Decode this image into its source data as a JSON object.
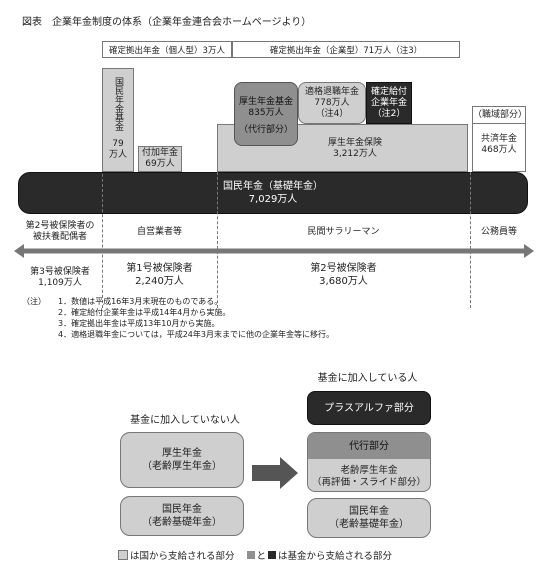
{
  "figure_title": "図表　企業年金制度の体系（企業年金連合会ホームページより）",
  "dc": {
    "individual": "確定拠出年金（個人型）3万人",
    "corporate": "確定拠出年金（企業型）71万人（注3）"
  },
  "top": {
    "kokumin_kikin": "国民年金基金",
    "kokumin_kikin_count": "79\n万人",
    "fuka": "付加年金\n69万人",
    "kousei_kikin": "厚生年金基金\n835万人",
    "daikou": "（代行部分）",
    "tekikaku": "適格退職年金\n778万人\n（注4）",
    "db": "確定給付\n企業年金\n（注2）",
    "kousei_hoken": "厚生年金保険\n3,212万人",
    "shokuiki": "（職域部分）",
    "kyosai": "共済年金\n468万人"
  },
  "basic": {
    "label": "国民年金（基礎年金）\n7,029万人"
  },
  "groups": {
    "g3": "第2号被保険者の\n被扶養配偶者",
    "g1": "自営業者等",
    "g2": "民間サラリーマン",
    "gk": "公務員等",
    "n3": "第3号被保険者\n1,109万人",
    "n1": "第1号被保険者\n2,240万人",
    "n2": "第2号被保険者\n3,680万人"
  },
  "notes": {
    "label": "（注）",
    "items": [
      "1．数値は平成16年3月末現在のものである。",
      "2．確定給付企業年金は平成14年4月から実施。",
      "3．確定拠出年金は平成13年10月から実施。",
      "4．適格退職年金については，平成24年3月末までに他の企業年金等に移行。"
    ]
  },
  "bottom": {
    "not_joined": "基金に加入していない人",
    "joined": "基金に加入している人",
    "left_kousei": "厚生年金\n（老齢厚生年金）",
    "left_kokumin": "国民年金\n（老齢基礎年金）",
    "plus_alpha": "プラスアルファ部分",
    "daikou": "代行部分",
    "right_kousei": "老齢厚生年金\n（再評価・スライド部分）",
    "right_kokumin": "国民年金\n（老齢基礎年金）",
    "legend_state": "は国から支給される部分",
    "legend_fund_and": "と",
    "legend_fund": "は基金から支給される部分"
  }
}
